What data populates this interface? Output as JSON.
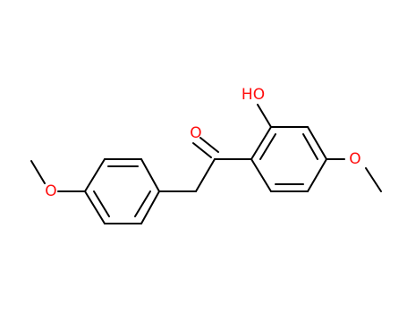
{
  "molecule": {
    "atoms": [
      {
        "id": "o-ketone",
        "label": "O",
        "element": "O"
      },
      {
        "id": "o-hydroxyl",
        "label": "HO",
        "element": "O"
      },
      {
        "id": "o-methoxy-right",
        "label": "O",
        "element": "O"
      },
      {
        "id": "o-methoxy-left",
        "label": "O",
        "element": "O"
      }
    ],
    "colors": {
      "bond": "#000000",
      "oxygen": "#ff0d0d",
      "background": "#ffffff"
    }
  }
}
